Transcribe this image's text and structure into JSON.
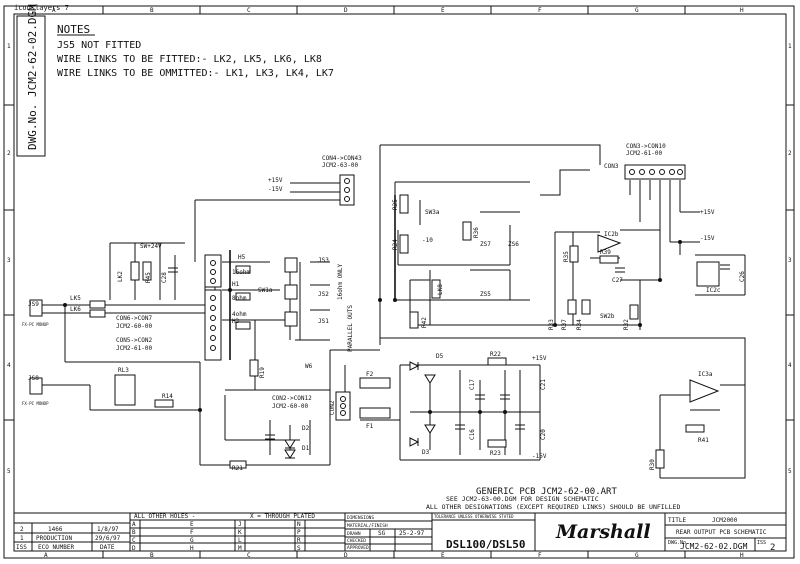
{
  "layer_label": "iconslayers 7",
  "border": {
    "cols_top": [
      "A",
      "B",
      "C",
      "D",
      "E",
      "F",
      "G",
      "H"
    ],
    "cols_bottom": [
      "A",
      "B",
      "C",
      "D",
      "E",
      "F",
      "G",
      "H"
    ],
    "rows_left": [
      "1",
      "2",
      "3",
      "4",
      "5"
    ],
    "rows_right": [
      "1",
      "2",
      "3",
      "4",
      "5"
    ]
  },
  "drawing_number_side": "DWG.No. JCM2-62-02.DGM",
  "notes": {
    "title": "NOTES",
    "lines": [
      "JS5 NOT FITTED",
      "WIRE LINKS TO BE FITTED:- LK2, LK5, LK6, LK8",
      "WIRE LINKS TO BE OMMITTED:- LK1, LK3, LK4, LK7"
    ]
  },
  "labels": {
    "con4_a": "CON4->CON43",
    "con4_b": "JCM2-63-00",
    "p15v_left": "+15V",
    "m15v_left": "-15V",
    "con3_a": "CON3->CON10",
    "con3_b": "JCM2-61-00",
    "con3": "CON3",
    "p15v_right": "+15V",
    "m15v_right": "-15V",
    "sw24v": "SW+24V",
    "h5": "H5",
    "h5_16": "16ohm",
    "h1": "H1",
    "h1_8": "8ohm",
    "h3": "H3",
    "h3_4": "4ohm",
    "sw1a": "SW1a",
    "js3": "JS3",
    "js2": "JS2",
    "js1": "JS1",
    "ohm16only": "16ohm ONLY",
    "parallel_outs": "PARALLEL OUTS",
    "w6": "W6",
    "js9": "JS9",
    "js8": "JS8",
    "fx1": "FX-PC MONOP",
    "fx2": "FX-PC MONOP",
    "lk5": "LK5",
    "lk6": "LK6",
    "lk2": "LK2",
    "lk8": "LK8",
    "con6": "CON6->CON7",
    "con6b": "JCM2-60-00",
    "con5": "CON5->CON2",
    "con5b": "JCM2-61-00",
    "con2": "CON2->CON12",
    "con2b": "JCM2-60-00",
    "con2_v": "CON2",
    "r45": "R45",
    "c28": "C28",
    "r19": "R19",
    "r14": "R14",
    "rl3": "RL3",
    "sw3a": "SW3a",
    "r25": "R25",
    "r24": "R24",
    "r36": "R36",
    "zs7": "ZS7",
    "zs6": "ZS6",
    "zs5": "ZS5",
    "m10": "-10",
    "r35": "R35",
    "ic2b": "IC2b",
    "r39": "R39",
    "c27": "C27",
    "c26": "C26",
    "ic2c": "IC2c",
    "r37": "R37",
    "r33": "R33",
    "r32": "R32",
    "r34": "R34",
    "sw2b": "SW2b",
    "r42": "R42",
    "ic3a": "IC3a",
    "r41": "R41",
    "r30": "R30",
    "d5": "D5",
    "r22": "R22",
    "r23": "R23",
    "f2": "F2",
    "f1": "F1",
    "d2": "D2",
    "d1": "D1",
    "d3": "D3",
    "r21": "R21",
    "p15v_mid": "+15V",
    "m15v_mid": "-15V",
    "c21": "C21",
    "c17": "C17",
    "c20": "C20",
    "c16": "C16"
  },
  "footer_notes": [
    "GENERIC PCB JCM2-62-00.ART",
    "SEE JCM2-63-00.DGM FOR DESIGN SCHEMATIC",
    "ALL OTHER DESIGNATIONS (EXCEPT REQUIRED LINKS) SHOULD BE UNFILLED"
  ],
  "revisions": [
    {
      "iss": "2",
      "desc": "1466",
      "date": "1/8/97"
    },
    {
      "iss": "1",
      "desc": "PRODUCTION",
      "date": "29/6/97"
    },
    {
      "iss": "ISS",
      "desc": "ECO NUMBER",
      "date": "DATE"
    }
  ],
  "holes": {
    "all_other": "ALL OTHER HOLES -",
    "through": "X = THROUGH PLATED",
    "letters_a": [
      "A",
      "B",
      "C",
      "D"
    ],
    "letters_b": [
      "E",
      "F",
      "G",
      "H"
    ],
    "letters_c": [
      "J",
      "K",
      "L",
      "M"
    ],
    "letters_d": [
      "N",
      "P",
      "R",
      "S"
    ]
  },
  "approvals": {
    "dimensions": "DIMENSIONS",
    "material": "MATERIAL/FINISH",
    "drawn": "DRAWN",
    "drawn_by": "SG",
    "drawn_date": "25-2-97",
    "checked": "CHECKED",
    "approved": "APPROVED"
  },
  "tolerance": "TOLERANCE UNLESS OTHERWISE STATED",
  "brand": "Marshall",
  "model": "DSL100/DSL50",
  "title_block": {
    "title_label": "TITLE",
    "title": "JCM2000",
    "subtitle": "REAR OUTPUT PCB SCHEMATIC",
    "dwg_label": "DWG.No.",
    "dwg": "JCM2-62-02.DGM",
    "iss_label": "ISS",
    "iss": "2"
  }
}
